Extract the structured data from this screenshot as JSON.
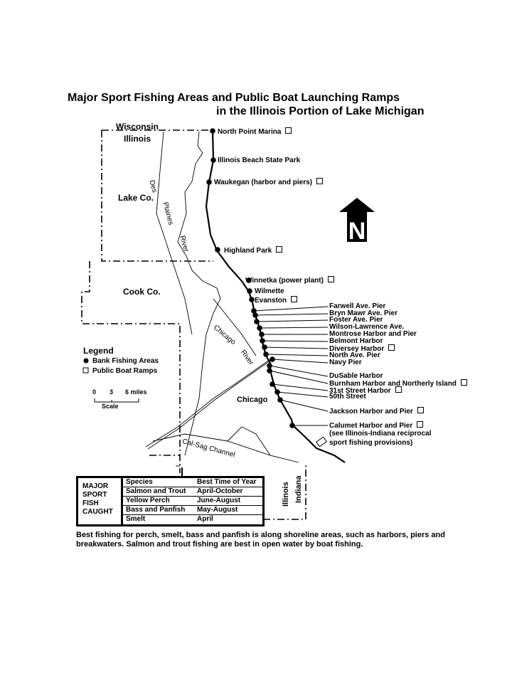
{
  "title": {
    "line1": "Major Sport Fishing Areas and Public Boat Launching Ramps",
    "line2": "in the Illinois Portion of Lake Michigan"
  },
  "regions": {
    "wisconsin": "Wisconsin",
    "illinois": "Illinois",
    "lake_co": "Lake Co.",
    "cook_co": "Cook Co.",
    "chicago": "Chicago",
    "des_plaines_1": "Des",
    "des_plaines_2": "Plaines",
    "des_plaines_3": "River",
    "chicago_river_1": "Chicago",
    "chicago_river_2": "River",
    "cal_sag": "Cal-Sag Channel",
    "illinois_vert": "Illinois",
    "indiana_vert": "Indiana"
  },
  "sites": [
    {
      "name": "North Point Marina",
      "ramp": true
    },
    {
      "name": "Illinois Beach State Park",
      "ramp": false
    },
    {
      "name": "Waukegan (harbor and piers)",
      "ramp": true
    },
    {
      "name": "Highland Park",
      "ramp": true
    },
    {
      "name": "Winnetka (power plant)",
      "ramp": true
    },
    {
      "name": "Wilmette",
      "ramp": false
    },
    {
      "name": "Evanston",
      "ramp": true
    },
    {
      "name": "Farwell Ave. Pier",
      "ramp": false
    },
    {
      "name": "Bryn Mawr Ave. Pier",
      "ramp": false
    },
    {
      "name": "Foster Ave. Pier",
      "ramp": false
    },
    {
      "name": "Wilson-Lawrence Ave.",
      "ramp": false
    },
    {
      "name": "Montrose Harbor and Pier",
      "ramp": false
    },
    {
      "name": "Belmont Harbor",
      "ramp": false
    },
    {
      "name": "Diversey Harbor",
      "ramp": true
    },
    {
      "name": "North Ave. Pier",
      "ramp": false
    },
    {
      "name": "Navy Pier",
      "ramp": false
    },
    {
      "name": "DuSable Harbor",
      "ramp": false
    },
    {
      "name": "Burnham Harbor and Northerly Island",
      "ramp": true
    },
    {
      "name": "31st Street Harbor",
      "ramp": true
    },
    {
      "name": "50th Street",
      "ramp": false
    },
    {
      "name": "Jackson Harbor and Pier",
      "ramp": true
    },
    {
      "name": "Calumet Harbor and Pier",
      "ramp": true
    }
  ],
  "calumet_note_1": "(see Illinois-Indiana reciprocal",
  "calumet_note_2": "sport fishing provisions)",
  "north_arrow": "N",
  "legend": {
    "title": "Legend",
    "bank": "Bank Fishing Areas",
    "ramps": "Public Boat Ramps"
  },
  "scale": {
    "t0": "0",
    "t3": "3",
    "t6": "6 miles",
    "label": "Scale"
  },
  "table": {
    "heading": [
      "MAJOR",
      "SPORT",
      "FISH",
      "CAUGHT"
    ],
    "columns": [
      "Species",
      "Best Time of Year"
    ],
    "rows": [
      [
        "Salmon and Trout",
        "April-October"
      ],
      [
        "Yellow Perch",
        "June-August"
      ],
      [
        "Bass and Panfish",
        "May-August"
      ],
      [
        "Smelt",
        "April"
      ]
    ]
  },
  "footer": "Best fishing for perch, smelt, bass and panfish is along shoreline areas, such as harbors, piers and breakwaters.  Salmon and trout fishing are best in open water by boat fishing."
}
